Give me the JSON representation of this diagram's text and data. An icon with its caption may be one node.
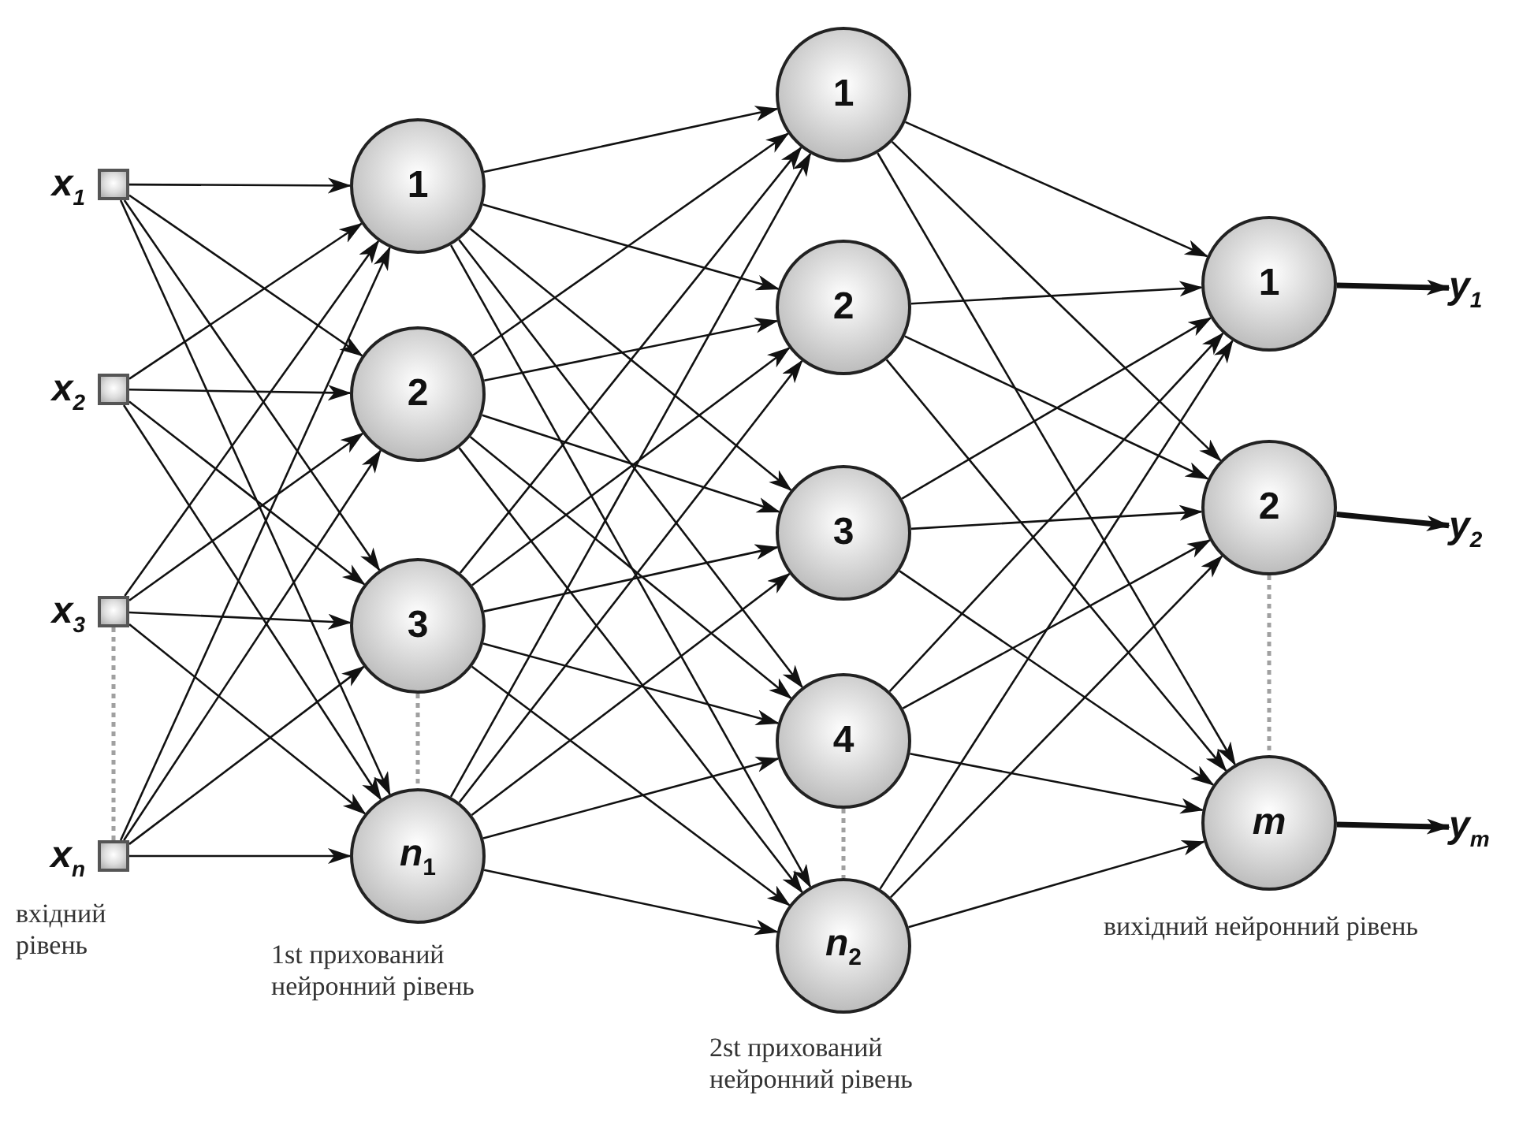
{
  "diagram": {
    "nodes": [
      {
        "text": [],
        "shape": "box",
        "beside": [
          "x$_{1}$"
        ]
      },
      {
        "text": [],
        "shape": "box",
        "beside": [
          "x$_{2}$"
        ]
      },
      {
        "text": [],
        "shape": "box",
        "beside": [
          "x$_{3}$"
        ]
      },
      {
        "text": [],
        "shape": "box",
        "beside": [
          "x$_{n}$"
        ]
      },
      {
        "text": [
          "1"
        ]
      },
      {
        "text": [
          "2"
        ]
      },
      {
        "text": [
          "3"
        ]
      },
      {
        "text": [
          "*n*$_{1}$"
        ]
      },
      {
        "text": [
          "1"
        ]
      },
      {
        "text": [
          "2"
        ]
      },
      {
        "text": [
          "3"
        ]
      },
      {
        "text": [
          "4"
        ]
      },
      {
        "text": [
          "*n*$_{2}$"
        ]
      },
      {
        "text": [
          "1"
        ]
      },
      {
        "text": [
          "2"
        ]
      },
      {
        "text": [
          "*m*"
        ]
      },
      {
        "text": [
          "y$_{1}$"
        ]
      },
      {
        "text": [
          "y$_{2}$"
        ]
      },
      {
        "text": [
          "y$_{m}$"
        ]
      }
    ],
    "edges": [
      {
        "from": 0,
        "to": 4,
        "arrow": "to"
      },
      {
        "from": 0,
        "to": 5,
        "arrow": "to"
      },
      {
        "from": 0,
        "to": 6,
        "arrow": "to"
      },
      {
        "from": 0,
        "to": 7,
        "arrow": "to"
      },
      {
        "from": 1,
        "to": 4,
        "arrow": "to"
      },
      {
        "from": 1,
        "to": 5,
        "arrow": "to"
      },
      {
        "from": 1,
        "to": 6,
        "arrow": "to"
      },
      {
        "from": 1,
        "to": 7,
        "arrow": "to"
      },
      {
        "from": 2,
        "to": 4,
        "arrow": "to"
      },
      {
        "from": 2,
        "to": 5,
        "arrow": "to"
      },
      {
        "from": 2,
        "to": 6,
        "arrow": "to"
      },
      {
        "from": 2,
        "to": 7,
        "arrow": "to"
      },
      {
        "from": 3,
        "to": 4,
        "arrow": "to"
      },
      {
        "from": 3,
        "to": 5,
        "arrow": "to"
      },
      {
        "from": 3,
        "to": 6,
        "arrow": "to"
      },
      {
        "from": 3,
        "to": 7,
        "arrow": "to"
      },
      {
        "from": 4,
        "to": 8,
        "arrow": "to"
      },
      {
        "from": 4,
        "to": 9,
        "arrow": "to"
      },
      {
        "from": 4,
        "to": 10,
        "arrow": "to"
      },
      {
        "from": 4,
        "to": 11,
        "arrow": "to"
      },
      {
        "from": 4,
        "to": 12,
        "arrow": "to"
      },
      {
        "from": 5,
        "to": 8,
        "arrow": "to"
      },
      {
        "from": 5,
        "to": 9,
        "arrow": "to"
      },
      {
        "from": 5,
        "to": 10,
        "arrow": "to"
      },
      {
        "from": 5,
        "to": 11,
        "arrow": "to"
      },
      {
        "from": 5,
        "to": 12,
        "arrow": "to"
      },
      {
        "from": 6,
        "to": 8,
        "arrow": "to"
      },
      {
        "from": 6,
        "to": 9,
        "arrow": "to"
      },
      {
        "from": 6,
        "to": 10,
        "arrow": "to"
      },
      {
        "from": 6,
        "to": 11,
        "arrow": "to"
      },
      {
        "from": 6,
        "to": 12,
        "arrow": "to"
      },
      {
        "from": 7,
        "to": 8,
        "arrow": "to"
      },
      {
        "from": 7,
        "to": 9,
        "arrow": "to"
      },
      {
        "from": 7,
        "to": 10,
        "arrow": "to"
      },
      {
        "from": 7,
        "to": 11,
        "arrow": "to"
      },
      {
        "from": 7,
        "to": 12,
        "arrow": "to"
      },
      {
        "from": 8,
        "to": 13,
        "arrow": "to"
      },
      {
        "from": 8,
        "to": 14,
        "arrow": "to"
      },
      {
        "from": 8,
        "to": 15,
        "arrow": "to"
      },
      {
        "from": 9,
        "to": 13,
        "arrow": "to"
      },
      {
        "from": 9,
        "to": 14,
        "arrow": "to"
      },
      {
        "from": 9,
        "to": 15,
        "arrow": "to"
      },
      {
        "from": 10,
        "to": 13,
        "arrow": "to"
      },
      {
        "from": 10,
        "to": 14,
        "arrow": "to"
      },
      {
        "from": 10,
        "to": 15,
        "arrow": "to"
      },
      {
        "from": 11,
        "to": 13,
        "arrow": "to"
      },
      {
        "from": 11,
        "to": 14,
        "arrow": "to"
      },
      {
        "from": 11,
        "to": 15,
        "arrow": "to"
      },
      {
        "from": 12,
        "to": 13,
        "arrow": "to"
      },
      {
        "from": 12,
        "to": 14,
        "arrow": "to"
      },
      {
        "from": 12,
        "to": 15,
        "arrow": "to"
      },
      {
        "from": 13,
        "to": 16,
        "arrow": "to",
        "style": "thick"
      },
      {
        "from": 14,
        "to": 17,
        "arrow": "to",
        "style": "thick"
      },
      {
        "from": 15,
        "to": 18,
        "arrow": "to",
        "style": "thick"
      },
      {
        "from": 2,
        "to": 3,
        "arrow": "none",
        "style": "dashed",
        "color": "#a0a0a0"
      },
      {
        "from": 6,
        "to": 7,
        "arrow": "none",
        "style": "dashed",
        "color": "#a0a0a0"
      },
      {
        "from": 11,
        "to": 12,
        "arrow": "none",
        "style": "dashed",
        "color": "#a0a0a0"
      },
      {
        "from": 14,
        "to": 15,
        "arrow": "none",
        "style": "dashed",
        "color": "#a0a0a0"
      }
    ],
    "labels": [
      "вхідний рівень",
      "1st прихований нейронний рівень",
      "2st прихований нейронний рівень",
      "вихідний нейронний рівень"
    ]
  }
}
